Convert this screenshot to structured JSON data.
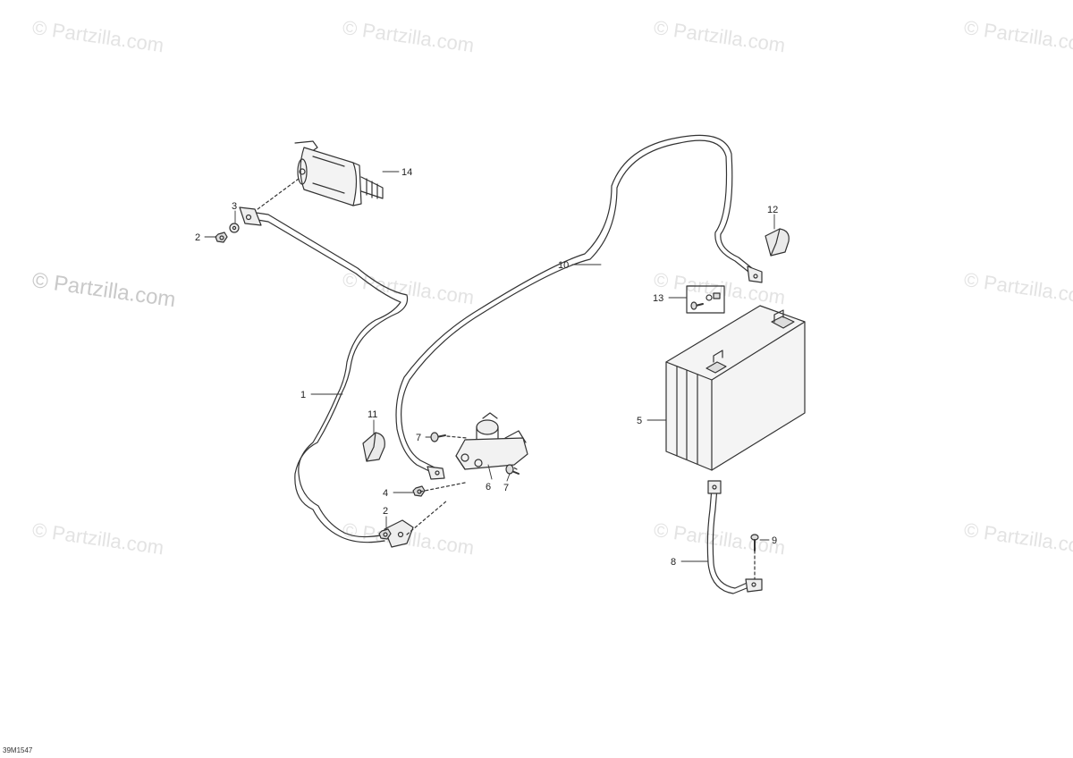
{
  "watermark_text": "© Partzilla.com",
  "drawing_id": "39M1547",
  "callouts": [
    {
      "id": "1",
      "text": "1"
    },
    {
      "id": "2a",
      "text": "2"
    },
    {
      "id": "2b",
      "text": "2"
    },
    {
      "id": "3",
      "text": "3"
    },
    {
      "id": "4",
      "text": "4"
    },
    {
      "id": "5",
      "text": "5"
    },
    {
      "id": "6",
      "text": "6"
    },
    {
      "id": "7a",
      "text": "7"
    },
    {
      "id": "7b",
      "text": "7"
    },
    {
      "id": "8",
      "text": "8"
    },
    {
      "id": "9",
      "text": "9"
    },
    {
      "id": "10",
      "text": "10"
    },
    {
      "id": "11",
      "text": "11"
    },
    {
      "id": "12",
      "text": "12"
    },
    {
      "id": "13",
      "text": "13"
    },
    {
      "id": "14",
      "text": "14"
    }
  ],
  "colors": {
    "line": "#333333",
    "label": "#222222",
    "watermark": "#e3e3e3"
  }
}
